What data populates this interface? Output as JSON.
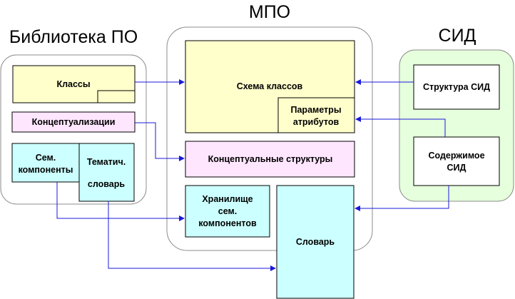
{
  "groups": {
    "library": {
      "title": "Библиотека ПО"
    },
    "mpo": {
      "title": "МПО"
    },
    "sid": {
      "title": "СИД"
    }
  },
  "blocks": {
    "classes": "Классы",
    "conceptualizations": "Концептуализации",
    "sem_components": [
      "Сем.",
      "компоненты"
    ],
    "thematic_dictionary": [
      "Тематич.",
      "словарь"
    ],
    "class_schema": "Схема классов",
    "attribute_params": [
      "Параметры",
      "атрибутов"
    ],
    "conceptual_structures": "Концептуальные структуры",
    "sem_storage": [
      "Хранилище",
      "сем.",
      "компонентов"
    ],
    "dictionary": "Словарь",
    "sid_structure": "Структура СИД",
    "sid_content": [
      "Содержимое",
      "СИД"
    ]
  },
  "colors": {
    "yellow": "#ffffcc",
    "pink": "#ffe6ff",
    "cyan": "#ccffff",
    "green_fill": "#e6ffdc",
    "connector": "#1a1adb",
    "group_border": "#8c8c8c"
  }
}
